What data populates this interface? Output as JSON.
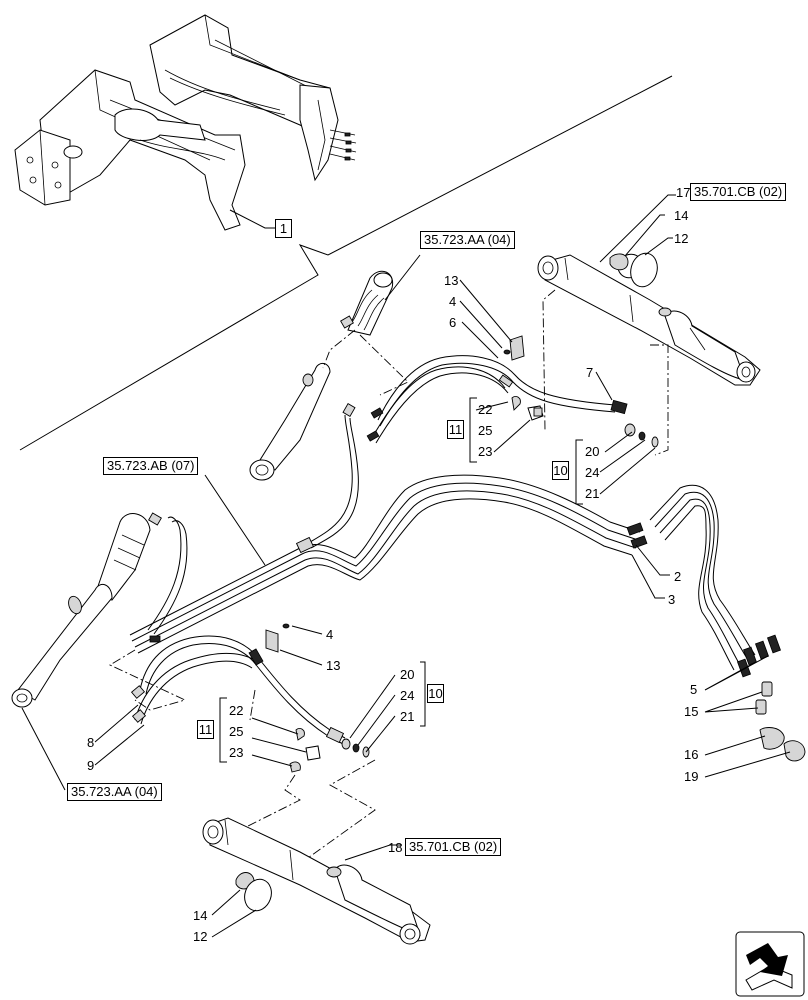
{
  "refs": {
    "r_17": "35.701.CB (02)",
    "r_723aa_top": "35.723.AA (04)",
    "r_723ab": "35.723.AB (07)",
    "r_723aa_bottom": "35.723.AA (04)",
    "r_18": "35.701.CB (02)"
  },
  "groups": {
    "g1": "1",
    "g11a": "11",
    "g10a": "10",
    "g10b": "10",
    "g11b": "11"
  },
  "parts": {
    "p17": "17",
    "p14a": "14",
    "p12a": "12",
    "p13a": "13",
    "p4a": "4",
    "p6": "6",
    "p7": "7",
    "p22a": "22",
    "p25a": "25",
    "p23a": "23",
    "p20a": "20",
    "p24a": "24",
    "p21a": "21",
    "p2": "2",
    "p3": "3",
    "p4b": "4",
    "p13b": "13",
    "p20b": "20",
    "p24b": "24",
    "p21b": "21",
    "p22b": "22",
    "p25b": "25",
    "p23b": "23",
    "p8": "8",
    "p9": "9",
    "p5": "5",
    "p15": "15",
    "p16": "16",
    "p19": "19",
    "p18": "18",
    "p14b": "14",
    "p12b": "12"
  },
  "icons": [
    "loader-overview-icon",
    "cylinder-icon",
    "hose-icon",
    "fitting-icon",
    "clamp-icon",
    "dust-cap-icon",
    "navigation-arrow-icon"
  ]
}
